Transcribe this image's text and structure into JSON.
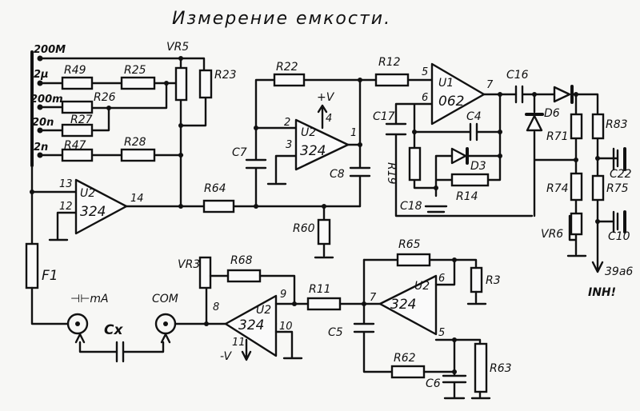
{
  "title": "Измерение емкости.",
  "switch_labels": [
    "200M",
    "2μ",
    "200m",
    "20n",
    "2n"
  ],
  "components": {
    "R49": "R49",
    "R25": "R25",
    "R26": "R26",
    "R27": "R27",
    "R47": "R47",
    "R28": "R28",
    "VR5": "VR5",
    "R23": "R23",
    "R22": "R22",
    "R12": "R12",
    "C7": "C7",
    "C8": "C8",
    "R64": "R64",
    "R60": "R60",
    "C17": "C17",
    "C4": "C4",
    "C16": "C16",
    "D6": "D6",
    "D3": "D3",
    "R19": "R19",
    "R14": "R14",
    "C18": "C18",
    "R71": "R71",
    "R83": "R83",
    "R74": "R74",
    "R75": "R75",
    "C22": "C22",
    "C10": "C10",
    "VR6": "VR6",
    "F1": "F1",
    "R68": "R68",
    "VR3": "VR3",
    "R11": "R11",
    "R65": "R65",
    "R3": "R3",
    "C5": "C5",
    "R62": "R62",
    "R63": "R63",
    "C6": "C6",
    "Cx": "Cx"
  },
  "opamps": {
    "a": {
      "unit": "U2",
      "part": "324",
      "pins": [
        "13",
        "12",
        "14"
      ]
    },
    "b": {
      "unit": "U2",
      "part": "324",
      "pins": [
        "2",
        "3",
        "1",
        "4"
      ],
      "supply": "+V"
    },
    "c": {
      "unit": "U1",
      "part": "062",
      "pins": [
        "5",
        "6",
        "7"
      ]
    },
    "d": {
      "unit": "U2",
      "part": "324",
      "pins": [
        "8",
        "9",
        "10",
        "11"
      ],
      "supply": "-V"
    },
    "e": {
      "unit": "U2",
      "part": "324",
      "pins": [
        "7",
        "6",
        "5"
      ]
    }
  },
  "terminals": {
    "ma": "⊣⊢mA",
    "com": "COM"
  },
  "output": {
    "label": "39a6",
    "name": "INH!"
  }
}
